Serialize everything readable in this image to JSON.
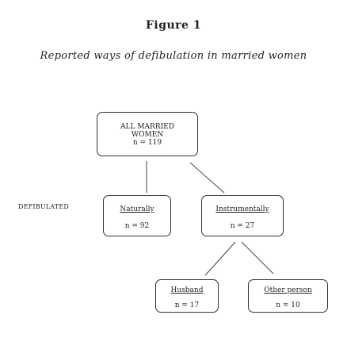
{
  "figure": {
    "title": "Figure 1",
    "subtitle": "Reported ways of defibulation in married women"
  },
  "side_label": "DEFIBULATED",
  "nodes": {
    "root": {
      "line1": "ALL MARRIED",
      "line2": "WOMEN",
      "count": "n = 119"
    },
    "naturally": {
      "label": "Naturally",
      "count": "n = 92"
    },
    "instrumentally": {
      "label": "Instrumentally",
      "count": "n = 27"
    },
    "husband": {
      "label": "Husband",
      "count": "n = 17"
    },
    "other_person": {
      "label": "Other person",
      "count": "n = 10"
    }
  }
}
